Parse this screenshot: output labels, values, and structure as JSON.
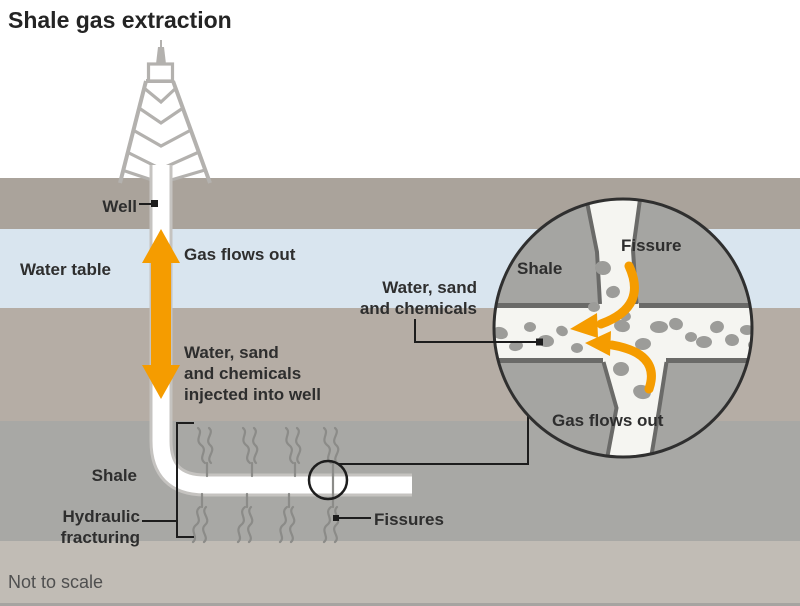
{
  "title": "Shale gas extraction",
  "footnote": "Not to scale",
  "main_diagram": {
    "well_label": "Well",
    "water_table_label": "Water table",
    "gas_flows_out_label": "Gas flows out",
    "injection_label": "Water, sand\nand chemicals\ninjected into well",
    "shale_label": "Shale",
    "hydraulic_fracturing_label": "Hydraulic\nfracturing",
    "fissures_label": "Fissures"
  },
  "inset_diagram": {
    "shale_label": "Shale",
    "fissure_label": "Fissure",
    "water_sand_chemicals_label": "Water, sand\nand chemicals",
    "gas_flows_out_label": "Gas flows out"
  },
  "icons": {
    "drill_rig": "lattice-derrick-tower",
    "injection_flow_arrow": "double-headed-vertical-arrow",
    "gas_flow_arrows": "curved-orange-arrows",
    "fracture_marks": "wavy-fissure-lines",
    "detail_magnifier": "zoom-detail-circle"
  },
  "colors": {
    "background": "#ffffff",
    "topsoil_layer": "#aaa39b",
    "water_table_layer": "#d9e5ef",
    "rock_layer": "#b5ada5",
    "shale_layer": "#a8a8a5",
    "bedrock_layer": "#c1bcb5",
    "accent_orange": "#f59c00",
    "pipe_white": "#ffffff",
    "fissure_white": "#f5f5f1",
    "sand_grain_gray": "#9c9c99",
    "outline_dark": "#1d1d1d",
    "text_dark": "#2e2e2e"
  }
}
